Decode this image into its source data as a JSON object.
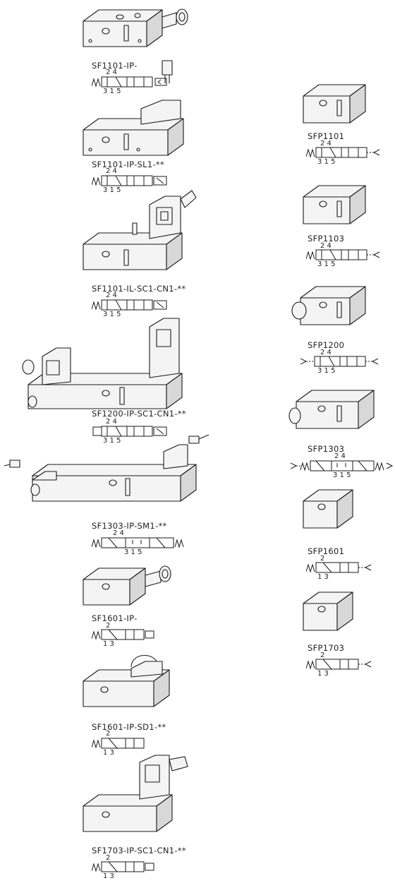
{
  "left_column": [
    {
      "model": "SF1101-IP-",
      "ports_top": "2 4",
      "ports_bottom": "3 1 5"
    },
    {
      "model": "SF1101-IP-SL1-**",
      "ports_top": "2 4",
      "ports_bottom": "3 1 5"
    },
    {
      "model": "SF1101-IL-SC1-CN1-**",
      "ports_top": "2 4",
      "ports_bottom": "3 1 5"
    },
    {
      "model": "SF1200-IP-SC1-CN1-**",
      "ports_top": "2 4",
      "ports_bottom": "3 1 5"
    },
    {
      "model": "SF1303-IP-SM1-**",
      "ports_top": "2 4",
      "ports_bottom": "3 1 5"
    },
    {
      "model": "SF1601-IP-",
      "ports_top": "2",
      "ports_bottom": "1 3"
    },
    {
      "model": "SF1601-IP-SD1-**",
      "ports_top": "2",
      "ports_bottom": "1 3"
    },
    {
      "model": "SF1703-IP-SC1-CN1-**",
      "ports_top": "2",
      "ports_bottom": "1 3"
    }
  ],
  "right_column": [
    {
      "model": "SFP1101",
      "ports_top": "2 4",
      "ports_bottom": "3 1 5"
    },
    {
      "model": "SFP1103",
      "ports_top": "2 4",
      "ports_bottom": "3 1 5"
    },
    {
      "model": "SFP1200",
      "ports_top": "2 4",
      "ports_bottom": "3 1 5"
    },
    {
      "model": "SFP1303",
      "ports_top": "2 4",
      "ports_bottom": "3 1 5"
    },
    {
      "model": "SFP1601",
      "ports_top": "2",
      "ports_bottom": "1 3"
    },
    {
      "model": "SFP1703",
      "ports_top": "2",
      "ports_bottom": "1 3"
    }
  ],
  "colors": {
    "line": "#1a1a1a",
    "body_fill": "#f4f4f4",
    "shade": "#d8d8d8"
  }
}
